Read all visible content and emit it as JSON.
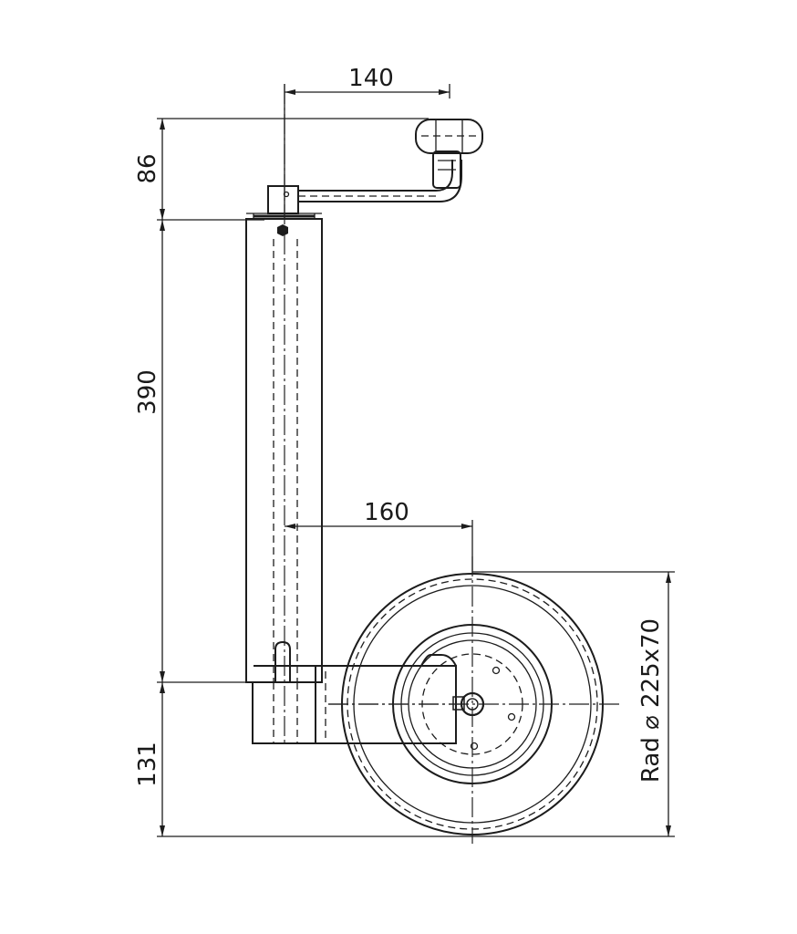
{
  "dimensions": {
    "crank_offset": "140",
    "crank_height": "86",
    "tube_length": "390",
    "wheel_offset": "160",
    "bottom_height": "131",
    "wheel_size": "Rad ⌀ 225x70"
  }
}
